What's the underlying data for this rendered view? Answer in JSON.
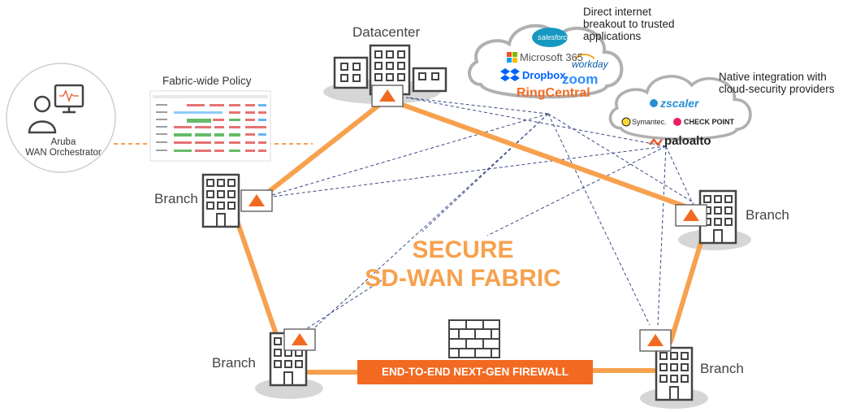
{
  "orchestrator": {
    "line1": "Aruba",
    "line2": "WAN Orchestrator",
    "icon": "admin-monitor-icon"
  },
  "policy": {
    "title": "Fabric-wide Policy"
  },
  "sites": {
    "datacenter": "Datacenter",
    "branch_top_left": "Branch",
    "branch_right": "Branch",
    "branch_bottom_left": "Branch",
    "branch_bottom_right": "Branch"
  },
  "fabric": {
    "line1": "SECURE",
    "line2": "SD-WAN FABRIC"
  },
  "firewall": {
    "label": "END-TO-END NEXT-GEN FIREWALL",
    "icon": "brick-firewall-icon"
  },
  "saas_note": "Direct internet breakout to trusted applications",
  "security_note": "Native integration with cloud-security providers",
  "saas_logos": {
    "salesforce": "salesforce",
    "microsoft": "Microsoft 365",
    "workday": "workday",
    "dropbox": "Dropbox",
    "zoom": "zoom",
    "ringcentral": "RingCentral"
  },
  "security_logos": {
    "zscaler": "zscaler",
    "symantec": "Symantec.",
    "checkpoint": "CHECK POINT",
    "paloalto": "paloalto"
  },
  "colors": {
    "link": "#f7a14e",
    "accent": "#f26a21",
    "dashed": "#3b4a86",
    "cloud": "#b0b0b0"
  }
}
